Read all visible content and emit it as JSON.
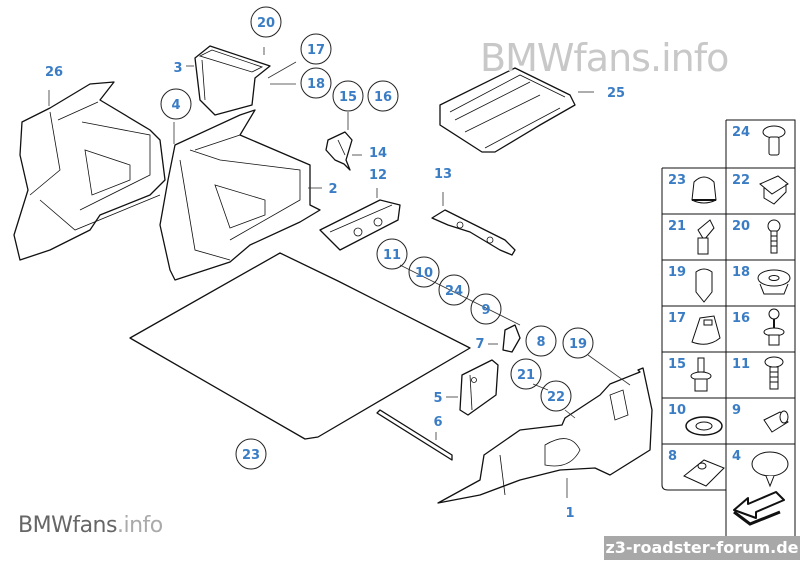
{
  "diagram": {
    "title_watermark": {
      "main": "BMWfans",
      "suffix": ".info"
    },
    "footer_watermark": {
      "main": "BMWfans",
      "suffix": ".info"
    },
    "forum_banner": "z3-roadster-forum.de",
    "callouts": [
      {
        "id": "c26",
        "label": "26"
      },
      {
        "id": "c20",
        "label": "20"
      },
      {
        "id": "c3",
        "label": "3"
      },
      {
        "id": "c17",
        "label": "17"
      },
      {
        "id": "c18",
        "label": "18"
      },
      {
        "id": "c4",
        "label": "4"
      },
      {
        "id": "c15",
        "label": "15"
      },
      {
        "id": "c16",
        "label": "16"
      },
      {
        "id": "c14",
        "label": "14"
      },
      {
        "id": "c12",
        "label": "12"
      },
      {
        "id": "c2",
        "label": "2"
      },
      {
        "id": "c13",
        "label": "13"
      },
      {
        "id": "c25",
        "label": "25"
      },
      {
        "id": "c11",
        "label": "11"
      },
      {
        "id": "c10",
        "label": "10"
      },
      {
        "id": "c24",
        "label": "24"
      },
      {
        "id": "c9",
        "label": "9"
      },
      {
        "id": "c7",
        "label": "7"
      },
      {
        "id": "c8",
        "label": "8"
      },
      {
        "id": "c19",
        "label": "19"
      },
      {
        "id": "c21",
        "label": "21"
      },
      {
        "id": "c22",
        "label": "22"
      },
      {
        "id": "c5",
        "label": "5"
      },
      {
        "id": "c6",
        "label": "6"
      },
      {
        "id": "c23",
        "label": "23"
      },
      {
        "id": "c1",
        "label": "1"
      }
    ],
    "fastener_legend": [
      {
        "label": "24",
        "icon": "screw-rivet-icon"
      },
      {
        "label": "23",
        "icon": "cap-nut-icon"
      },
      {
        "label": "22",
        "icon": "clip-nut-icon"
      },
      {
        "label": "21",
        "icon": "expanding-rivet-icon"
      },
      {
        "label": "20",
        "icon": "screw-icon"
      },
      {
        "label": "19",
        "icon": "plug-icon"
      },
      {
        "label": "18",
        "icon": "grommet-icon"
      },
      {
        "label": "17",
        "icon": "clip-icon"
      },
      {
        "label": "16",
        "icon": "push-rivet-icon"
      },
      {
        "label": "15",
        "icon": "spreader-rivet-icon"
      },
      {
        "label": "11",
        "icon": "tapping-screw-icon"
      },
      {
        "label": "10",
        "icon": "washer-icon"
      },
      {
        "label": "9",
        "icon": "sleeve-icon"
      },
      {
        "label": "8",
        "icon": "spring-nut-icon"
      },
      {
        "label": "4",
        "icon": "button-clip-icon"
      }
    ],
    "nav_arrow": "back-arrow-icon"
  }
}
